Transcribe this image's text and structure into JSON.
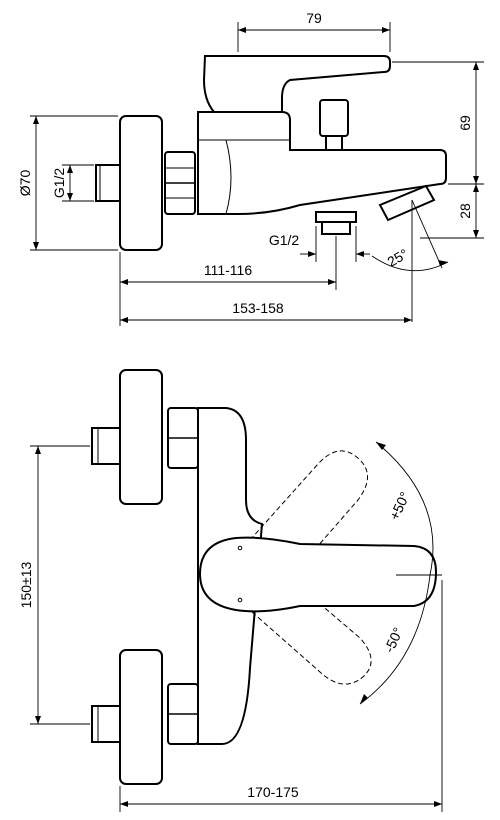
{
  "top_view": {
    "dims": {
      "lever_length": "79",
      "height_upper": "69",
      "height_lower": "28",
      "flange_diameter": "Ø70",
      "thread_inlet": "G1/2",
      "thread_outlet": "G1/2",
      "spout_angle": "25°",
      "depth_short": "111-116",
      "depth_long": "153-158"
    }
  },
  "front_view": {
    "dims": {
      "centre_distance": "150±13",
      "lever_up": "+50°",
      "lever_down": "-50°",
      "overall_width": "170-175"
    }
  }
}
